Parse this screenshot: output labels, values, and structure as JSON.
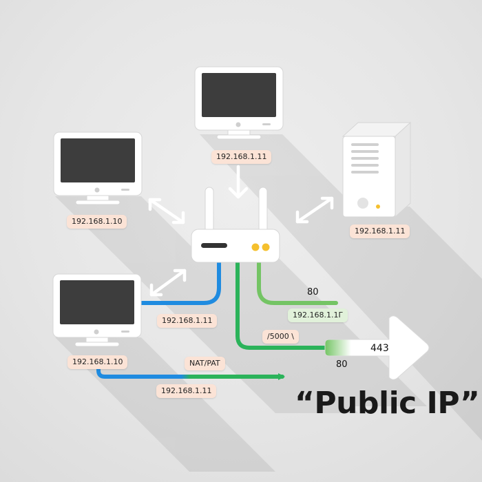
{
  "labels": {
    "top_pc_ip": "192.168.1.11",
    "left_pc_ip": "192.168.1.10",
    "server_ip": "192.168.1.11",
    "lower_link_ip": "192.168.1.11",
    "bottom_pc_ip": "192.168.1.10",
    "nat_pat": "NAT/PAT",
    "bottom_flow_ip": "192.168.1.11",
    "port_80_top": "80",
    "green_ip": "192.168.1.1Г",
    "port_5000": "/5000 \\",
    "port_443": "443",
    "port_80_bottom": "80"
  },
  "headline": "“Public IP”",
  "colors": {
    "blue_link": "#1f8be0",
    "green_link": "#2bb35a",
    "light_green_link": "#74c464",
    "ip_label_bg": "#fbe3d6",
    "screen": "#3d3d3d",
    "led": "#f5c02e"
  },
  "icons": [
    "monitor-icon",
    "server-icon",
    "router-icon",
    "arrow-icon"
  ]
}
